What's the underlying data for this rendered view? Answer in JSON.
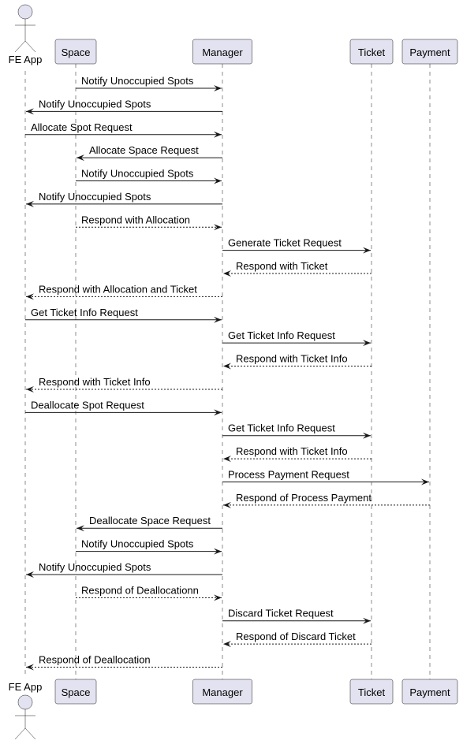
{
  "participants": [
    {
      "id": "fe",
      "label": "FE App",
      "kind": "actor"
    },
    {
      "id": "space",
      "label": "Space",
      "kind": "participant"
    },
    {
      "id": "manager",
      "label": "Manager",
      "kind": "participant"
    },
    {
      "id": "ticket",
      "label": "Ticket",
      "kind": "participant"
    },
    {
      "id": "payment",
      "label": "Payment",
      "kind": "participant"
    }
  ],
  "messages": [
    {
      "from": "space",
      "to": "manager",
      "text": "Notify Unoccupied Spots",
      "style": "solid"
    },
    {
      "from": "manager",
      "to": "fe",
      "text": "Notify Unoccupied Spots",
      "style": "solid"
    },
    {
      "from": "fe",
      "to": "manager",
      "text": "Allocate Spot Request",
      "style": "solid"
    },
    {
      "from": "manager",
      "to": "space",
      "text": "Allocate Space Request",
      "style": "solid"
    },
    {
      "from": "space",
      "to": "manager",
      "text": "Notify Unoccupied Spots",
      "style": "solid"
    },
    {
      "from": "manager",
      "to": "fe",
      "text": "Notify Unoccupied Spots",
      "style": "solid"
    },
    {
      "from": "space",
      "to": "manager",
      "text": "Respond with Allocation",
      "style": "dashed"
    },
    {
      "from": "manager",
      "to": "ticket",
      "text": "Generate Ticket Request",
      "style": "solid"
    },
    {
      "from": "ticket",
      "to": "manager",
      "text": "Respond with Ticket",
      "style": "dashed"
    },
    {
      "from": "manager",
      "to": "fe",
      "text": "Respond with Allocation and Ticket",
      "style": "dashed"
    },
    {
      "from": "fe",
      "to": "manager",
      "text": "Get Ticket Info Request",
      "style": "solid"
    },
    {
      "from": "manager",
      "to": "ticket",
      "text": "Get Ticket Info Request",
      "style": "solid"
    },
    {
      "from": "ticket",
      "to": "manager",
      "text": "Respond with Ticket Info",
      "style": "dashed"
    },
    {
      "from": "manager",
      "to": "fe",
      "text": "Respond with Ticket Info",
      "style": "dashed"
    },
    {
      "from": "fe",
      "to": "manager",
      "text": "Deallocate Spot Request",
      "style": "solid"
    },
    {
      "from": "manager",
      "to": "ticket",
      "text": "Get Ticket Info Request",
      "style": "solid"
    },
    {
      "from": "ticket",
      "to": "manager",
      "text": "Respond with Ticket Info",
      "style": "dashed"
    },
    {
      "from": "manager",
      "to": "payment",
      "text": "Process Payment Request",
      "style": "solid"
    },
    {
      "from": "payment",
      "to": "manager",
      "text": "Respond of Process Payment",
      "style": "dashed"
    },
    {
      "from": "manager",
      "to": "space",
      "text": "Deallocate Space Request",
      "style": "solid"
    },
    {
      "from": "space",
      "to": "manager",
      "text": "Notify Unoccupied Spots",
      "style": "solid"
    },
    {
      "from": "manager",
      "to": "fe",
      "text": "Notify Unoccupied Spots",
      "style": "solid"
    },
    {
      "from": "space",
      "to": "manager",
      "text": "Respond of Deallocationn",
      "style": "dashed"
    },
    {
      "from": "manager",
      "to": "ticket",
      "text": "Discard Ticket Request",
      "style": "solid"
    },
    {
      "from": "ticket",
      "to": "manager",
      "text": "Respond of Discard Ticket",
      "style": "dashed"
    },
    {
      "from": "manager",
      "to": "fe",
      "text": "Respond of Deallocation",
      "style": "dashed"
    }
  ]
}
